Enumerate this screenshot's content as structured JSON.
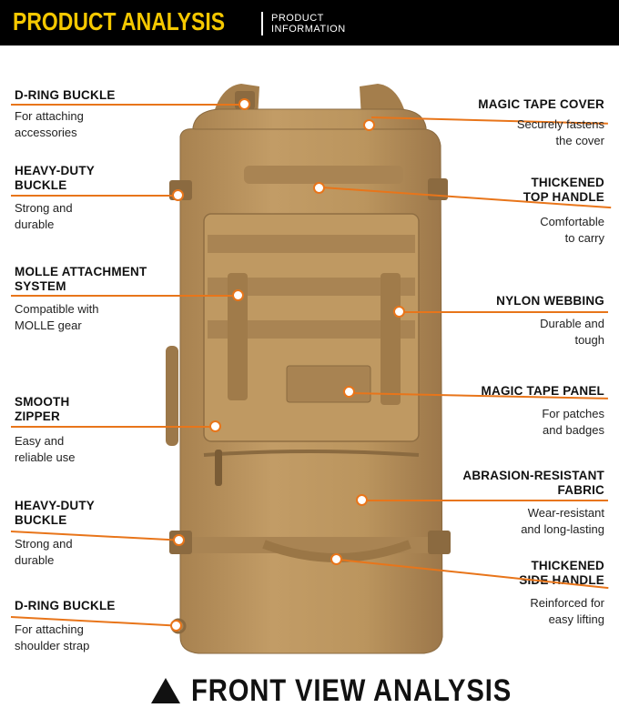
{
  "header": {
    "title": "PRODUCT ANALYSIS",
    "subtitle": "PRODUCT\nINFORMATION"
  },
  "left_callouts": [
    {
      "title": "D-RING BUCKLE",
      "desc": "For attaching\naccessories"
    },
    {
      "title": "HEAVY-DUTY\nBUCKLE",
      "desc": "Strong and\ndurable"
    },
    {
      "title": "MOLLE ATTACHMENT\nSYSTEM",
      "desc": "Compatible with\nMOLLE gear"
    },
    {
      "title": "SMOOTH\nZIPPER",
      "desc": "Easy and\nreliable use"
    },
    {
      "title": "HEAVY-DUTY\nBUCKLE",
      "desc": "Strong and\ndurable"
    },
    {
      "title": "D-RING BUCKLE",
      "desc": "For attaching\nshoulder strap"
    }
  ],
  "right_callouts": [
    {
      "title": "MAGIC TAPE COVER",
      "desc": "Securely fastens\nthe cover"
    },
    {
      "title": "THICKENED\nTOP HANDLE",
      "desc": "Comfortable\nto carry"
    },
    {
      "title": "NYLON WEBBING",
      "desc": "Durable and\ntough"
    },
    {
      "title": "MAGIC TAPE PANEL",
      "desc": "For patches\nand badges"
    },
    {
      "title": "ABRASION-RESISTANT\nFABRIC",
      "desc": "Wear-resistant\nand long-lasting"
    },
    {
      "title": "THICKENED\nSIDE HANDLE",
      "desc": "Reinforced for\neasy lifting"
    }
  ],
  "footer": {
    "text": "FRONT VIEW ANALYSIS"
  },
  "colors": {
    "accent": "#e8751a",
    "header_bg": "#000000",
    "header_title": "#f5c800",
    "bag": "#b8925a"
  }
}
